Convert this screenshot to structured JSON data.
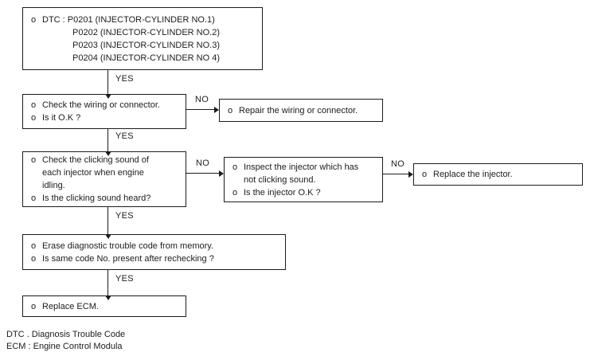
{
  "flowchart": {
    "boxes": {
      "dtc": {
        "lines": [
          {
            "bullet": "o",
            "text": "DTC : P0201 (INJECTOR-CYLINDER NO.1)"
          },
          {
            "bullet": "",
            "text": "P0202 (INJECTOR-CYLINDER NO.2)"
          },
          {
            "bullet": "",
            "text": "P0203 (INJECTOR-CYLINDER NO.3)"
          },
          {
            "bullet": "",
            "text": "P0204 (INJECTOR-CYLINDER NO 4)"
          }
        ]
      },
      "check_wiring": {
        "lines": [
          {
            "bullet": "o",
            "text": "Check the wiring or connector."
          },
          {
            "bullet": "o",
            "text": "Is it O.K ?"
          }
        ]
      },
      "repair_wiring": {
        "lines": [
          {
            "bullet": "o",
            "text": "Repair the wiring or connector."
          }
        ]
      },
      "check_clicking": {
        "lines": [
          {
            "bullet": "o",
            "text": "Check the clicking sound of"
          },
          {
            "bullet": "",
            "text": "each injector when engine"
          },
          {
            "bullet": "",
            "text": "idling."
          },
          {
            "bullet": "o",
            "text": "Is the clicking sound heard?"
          }
        ]
      },
      "inspect_injector": {
        "lines": [
          {
            "bullet": "o",
            "text": "Inspect the injector which has"
          },
          {
            "bullet": "",
            "text": "not clicking sound."
          },
          {
            "bullet": "o",
            "text": "Is the injector O.K ?"
          }
        ]
      },
      "replace_injector": {
        "lines": [
          {
            "bullet": "o",
            "text": "Replace the injector."
          }
        ]
      },
      "erase_code": {
        "lines": [
          {
            "bullet": "o",
            "text": "Erase diagnostic trouble code from memory."
          },
          {
            "bullet": "o",
            "text": "Is same code No. present after rechecking ?"
          }
        ]
      },
      "replace_ecm": {
        "lines": [
          {
            "bullet": "o",
            "text": "Replace ECM."
          }
        ]
      }
    },
    "connectors": {
      "yes1": {
        "label": "YES"
      },
      "yes2": {
        "label": "YES"
      },
      "yes3": {
        "label": "YES"
      },
      "yes4": {
        "label": "YES"
      },
      "no1": {
        "label": "NO"
      },
      "no2": {
        "label": "NO"
      },
      "no3": {
        "label": "NO"
      }
    },
    "footnotes": [
      "DTC . Diagnosis Trouble Code",
      "ECM : Engine Control Modula"
    ]
  }
}
